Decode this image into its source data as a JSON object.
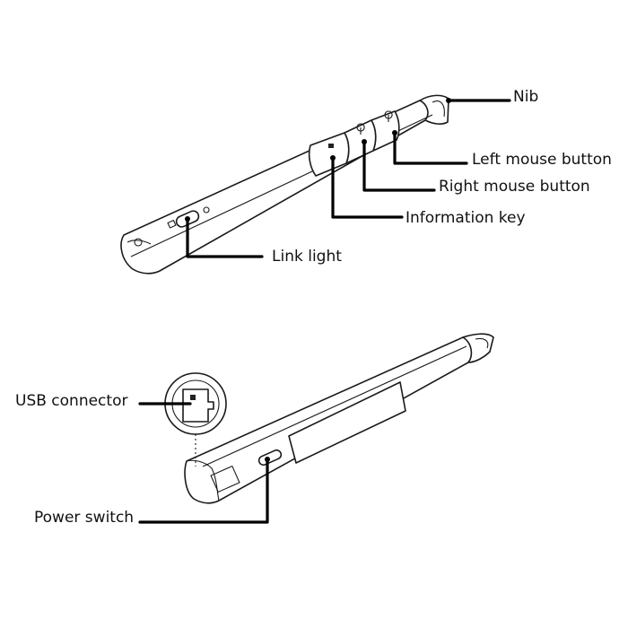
{
  "diagram": {
    "top_pen": {
      "labels": {
        "nib": "Nib",
        "left_mouse_button": "Left mouse button",
        "right_mouse_button": "Right mouse button",
        "information_key": "Information key",
        "link_light": "Link light"
      }
    },
    "bottom_pen": {
      "labels": {
        "usb_connector": "USB connector",
        "power_switch": "Power switch"
      }
    }
  }
}
